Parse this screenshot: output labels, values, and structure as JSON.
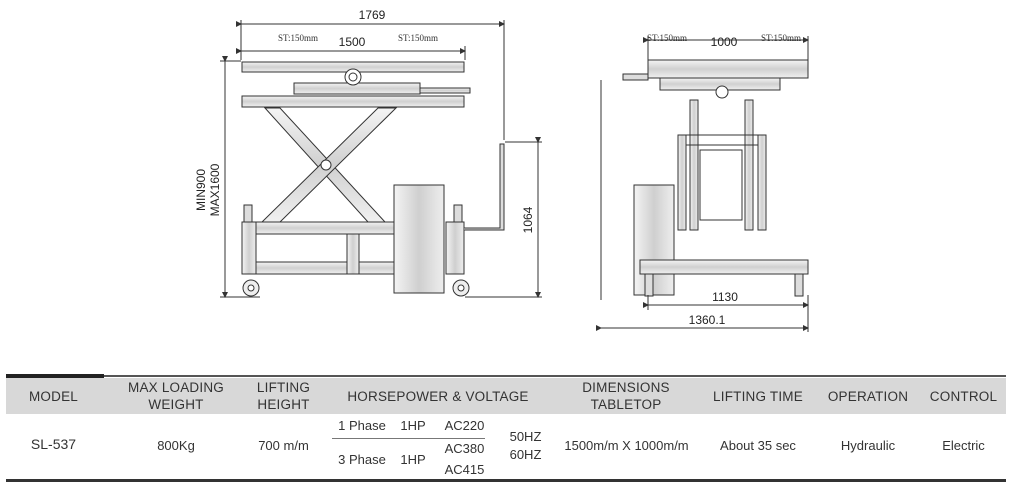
{
  "drawing": {
    "side_view": {
      "overall_width": "1769",
      "table_width": "1500",
      "stroke_left": "ST:150mm",
      "stroke_right": "ST:150mm",
      "height_range_min": "MIN900",
      "height_range_max": "MAX1600",
      "handle_height": "1064"
    },
    "front_view": {
      "table_width": "1000",
      "stroke_left": "ST:150mm",
      "stroke_right": "ST:150mm",
      "base_width": "1130",
      "overall_width": "1360.1"
    }
  },
  "table": {
    "headers": {
      "model": "MODEL",
      "max_loading_1": "MAX LOADING",
      "max_loading_2": "WEIGHT",
      "lifting_height_1": "LIFTING",
      "lifting_height_2": "HEIGHT",
      "hp_voltage": "HORSEPOWER & VOLTAGE",
      "dimensions_1": "DIMENSIONS",
      "dimensions_2": "TABLETOP",
      "lifting_time": "LIFTING TIME",
      "operation": "OPERATION",
      "control": "CONTROL"
    },
    "row": {
      "model": "SL-537",
      "max_loading": "800Kg",
      "lifting_height": "700 m/m",
      "power": [
        {
          "phase": "1 Phase",
          "hp": "1HP",
          "voltage": [
            "AC220"
          ]
        },
        {
          "phase": "3 Phase",
          "hp": "1HP",
          "voltage": [
            "AC380",
            "AC415"
          ]
        }
      ],
      "frequency_1": "50HZ",
      "frequency_2": "60HZ",
      "dimensions": "1500m/m X 1000m/m",
      "lifting_time": "About 35 sec",
      "operation": "Hydraulic",
      "control": "Electric"
    }
  }
}
